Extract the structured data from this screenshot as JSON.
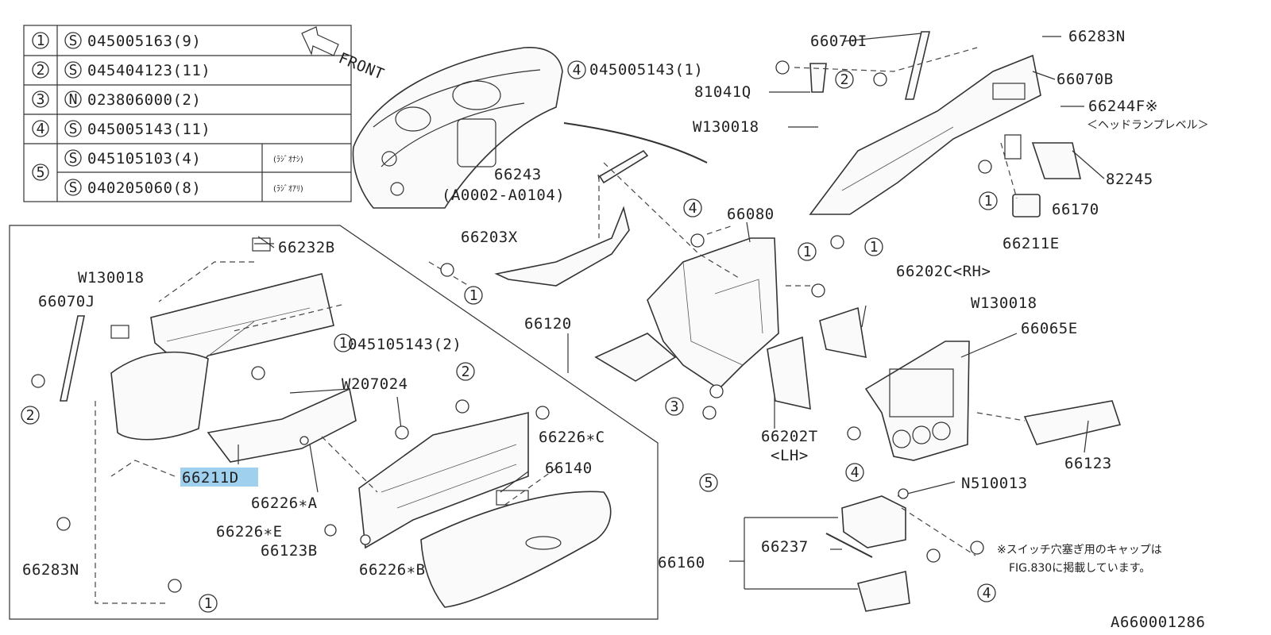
{
  "diagram": {
    "drawing_code": "A660001286",
    "front_label": "FRONT",
    "legend": {
      "rows": [
        {
          "index": "1",
          "type": "S",
          "part": "045005163(9)",
          "note": ""
        },
        {
          "index": "2",
          "type": "S",
          "part": "045404123(11)",
          "note": ""
        },
        {
          "index": "3",
          "type": "N",
          "part": "023806000(2)",
          "note": ""
        },
        {
          "index": "4",
          "type": "S",
          "part": "045005143(11)",
          "note": ""
        },
        {
          "index": "5",
          "type": "S",
          "part": "045105103(4)",
          "note": "(ﾗｼﾞｵﾅｼ)"
        },
        {
          "index": "",
          "type": "S",
          "part": "040205060(8)",
          "note": "(ﾗｼﾞｵｱﾘ)"
        }
      ]
    },
    "labels": {
      "p66070I": "66070I",
      "p66283N_top": "66283N",
      "p66070B": "66070B",
      "p66244F": "66244F※",
      "p66244F_note": "＜ヘッドランプレベル＞",
      "p82245": "82245",
      "p66170": "66170",
      "p66211E": "66211E",
      "s045005143_1": "045005143(1)",
      "p81041Q": "81041Q",
      "w130018_top": "W130018",
      "p66243": "66243",
      "p66243_range": "(A0002-A0104)",
      "p66203X": "66203X",
      "p66080": "66080",
      "p66232B": "66232B",
      "w130018_left": "W130018",
      "p66070J": "66070J",
      "s045105143_2": "045105143(2)",
      "p66120": "66120",
      "w207024": "W207024",
      "p66226C": "66226∗C",
      "p66211D": "66211D",
      "p66226A": "66226∗A",
      "p66140": "66140",
      "p66226E": "66226∗E",
      "p66123B": "66123B",
      "p66226B": "66226∗B",
      "p66283N_bottom": "66283N",
      "p66202C": "66202C<RH>",
      "w130018_right": "W130018",
      "p66065E": "66065E",
      "p66202T": "66202T",
      "p66202T_side": "<LH>",
      "p66123": "66123",
      "n510013": "N510013",
      "p66160": "66160",
      "p66237": "66237",
      "footnote_line1": "※スイッチ穴塞ぎ用のキャップは",
      "footnote_line2": "FIG.830に掲載しています。"
    },
    "callouts": {
      "c1a": "1",
      "c1b": "1",
      "c1c": "1",
      "c1d": "1",
      "c1e": "1",
      "c1f": "1",
      "c2a": "2",
      "c2b": "2",
      "c2c": "2",
      "c3a": "3",
      "c4a": "4",
      "c4b": "4",
      "c4c": "4",
      "c4d": "4",
      "c5a": "5"
    },
    "highlight_color": "#9fd0ee"
  }
}
